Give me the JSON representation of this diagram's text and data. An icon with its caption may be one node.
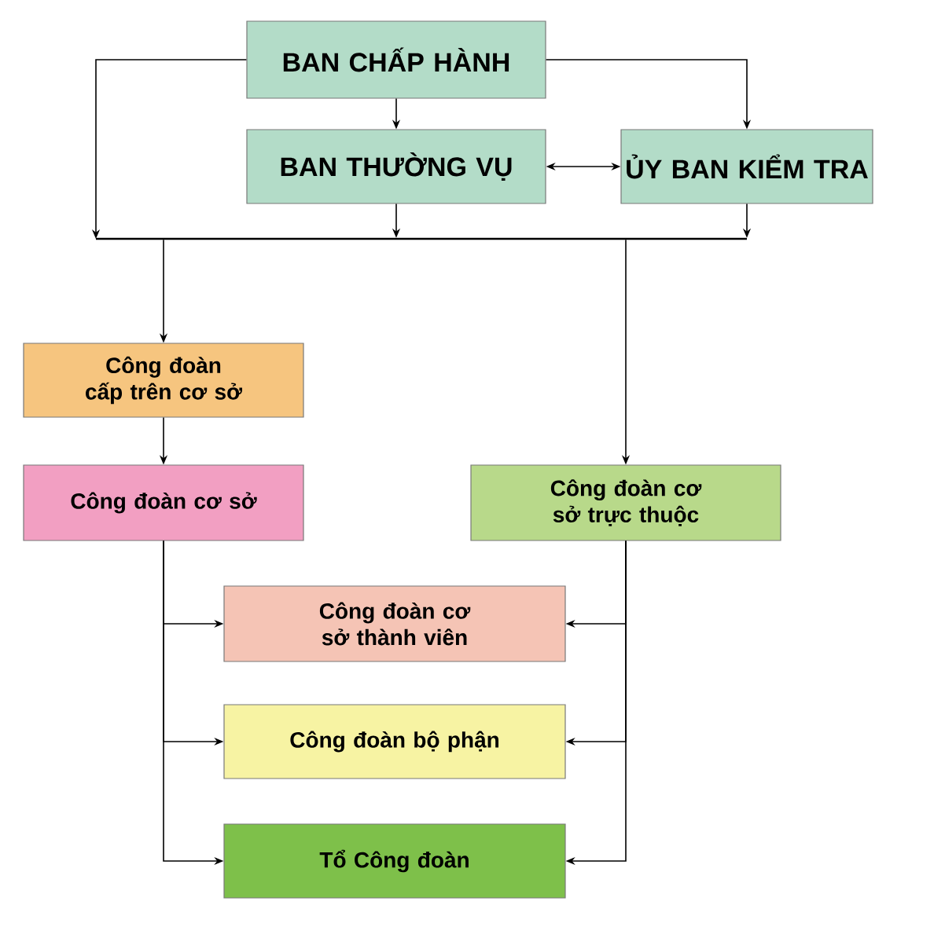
{
  "diagram": {
    "nodes": [
      {
        "text": [
          "BAN CHẤP HÀNH"
        ]
      },
      {
        "text": [
          "BAN THƯỜNG VỤ"
        ]
      },
      {
        "text": [
          "ỦY BAN KIỂM TRA"
        ]
      },
      {
        "text": [],
        "shape": "bar"
      },
      {
        "text": [
          "Công đoàn cấp trên cơ sở"
        ]
      },
      {
        "text": [
          "Công đoàn cơ sở"
        ]
      },
      {
        "text": [
          "Công đoàn cơ sở trực thuộc"
        ]
      },
      {
        "text": [
          "Công đoàn cơ sở thành viên"
        ]
      },
      {
        "text": [
          "Công đoàn bộ phận"
        ]
      },
      {
        "text": [
          "Tổ Công đoàn"
        ]
      }
    ],
    "edges": [
      {
        "from": 0,
        "to": 1,
        "arrow": "to"
      },
      {
        "from": 0,
        "to": 2,
        "arrow": "to"
      },
      {
        "from": 1,
        "to": 2,
        "arrow": "both"
      },
      {
        "from": 0,
        "to": 3,
        "arrow": "to"
      },
      {
        "from": 1,
        "to": 3,
        "arrow": "to"
      },
      {
        "from": 2,
        "to": 3,
        "arrow": "to"
      },
      {
        "from": 3,
        "to": 4,
        "arrow": "to"
      },
      {
        "from": 3,
        "to": 6,
        "arrow": "to"
      },
      {
        "from": 4,
        "to": 5,
        "arrow": "to"
      },
      {
        "from": 5,
        "to": 7,
        "arrow": "to"
      },
      {
        "from": 5,
        "to": 8,
        "arrow": "to"
      },
      {
        "from": 5,
        "to": 9,
        "arrow": "to"
      },
      {
        "from": 6,
        "to": 7,
        "arrow": "to"
      },
      {
        "from": 6,
        "to": 8,
        "arrow": "to"
      },
      {
        "from": 6,
        "to": 9,
        "arrow": "to"
      }
    ]
  }
}
